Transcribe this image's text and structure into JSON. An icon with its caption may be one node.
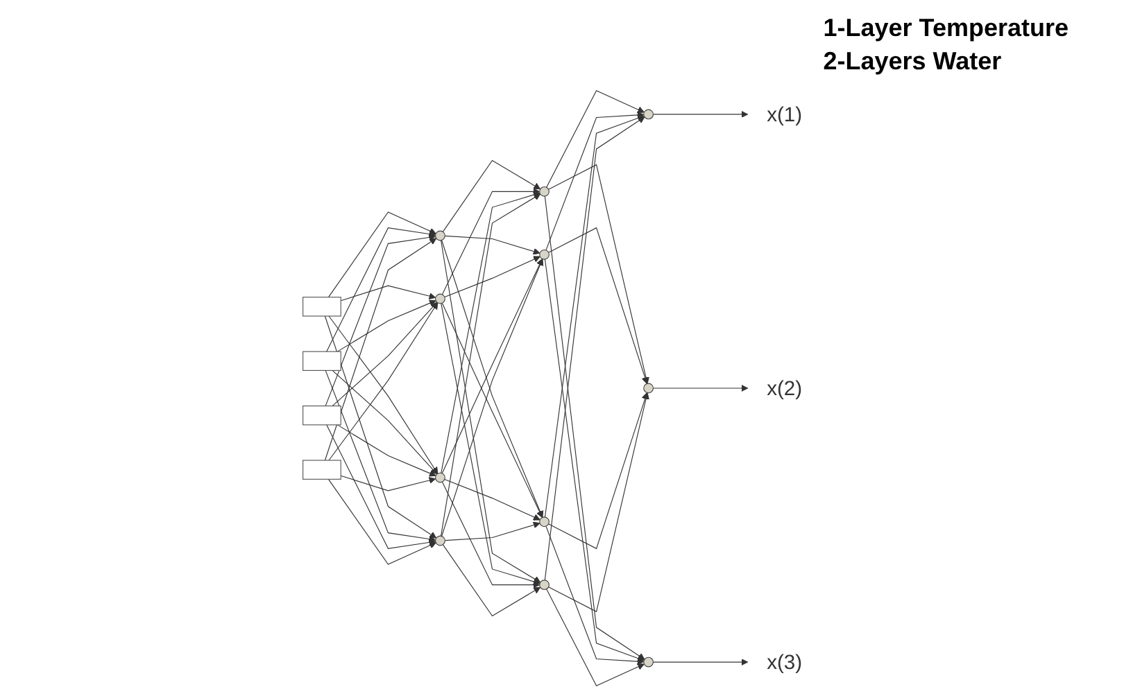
{
  "diagram": {
    "nodes": [
      {
        "text": [],
        "shape": "box"
      },
      {
        "text": [],
        "shape": "box"
      },
      {
        "text": [],
        "shape": "box"
      },
      {
        "text": [],
        "shape": "box"
      },
      {
        "text": [],
        "shape": "circle"
      },
      {
        "text": [],
        "shape": "circle"
      },
      {
        "text": [],
        "shape": "circle"
      },
      {
        "text": [],
        "shape": "circle"
      },
      {
        "text": [],
        "shape": "circle"
      },
      {
        "text": [],
        "shape": "circle"
      },
      {
        "text": [],
        "shape": "circle"
      },
      {
        "text": [],
        "shape": "circle"
      },
      {
        "text": [],
        "shape": "circle"
      },
      {
        "text": [],
        "shape": "circle"
      },
      {
        "text": [],
        "shape": "circle"
      },
      {
        "text": [
          "x(1)"
        ]
      },
      {
        "text": [
          "x(2)"
        ]
      },
      {
        "text": [
          "x(3)"
        ]
      }
    ],
    "edges": [
      {
        "from": 0,
        "to": 4,
        "arrow": "to"
      },
      {
        "from": 0,
        "to": 5,
        "arrow": "to"
      },
      {
        "from": 0,
        "to": 6,
        "arrow": "to"
      },
      {
        "from": 0,
        "to": 7,
        "arrow": "to"
      },
      {
        "from": 1,
        "to": 4,
        "arrow": "to"
      },
      {
        "from": 1,
        "to": 5,
        "arrow": "to"
      },
      {
        "from": 1,
        "to": 6,
        "arrow": "to"
      },
      {
        "from": 1,
        "to": 7,
        "arrow": "to"
      },
      {
        "from": 2,
        "to": 4,
        "arrow": "to"
      },
      {
        "from": 2,
        "to": 5,
        "arrow": "to"
      },
      {
        "from": 2,
        "to": 6,
        "arrow": "to"
      },
      {
        "from": 2,
        "to": 7,
        "arrow": "to"
      },
      {
        "from": 3,
        "to": 4,
        "arrow": "to"
      },
      {
        "from": 3,
        "to": 5,
        "arrow": "to"
      },
      {
        "from": 3,
        "to": 6,
        "arrow": "to"
      },
      {
        "from": 3,
        "to": 7,
        "arrow": "to"
      },
      {
        "from": 4,
        "to": 8,
        "arrow": "to"
      },
      {
        "from": 4,
        "to": 9,
        "arrow": "to"
      },
      {
        "from": 4,
        "to": 10,
        "arrow": "to"
      },
      {
        "from": 4,
        "to": 11,
        "arrow": "to"
      },
      {
        "from": 5,
        "to": 8,
        "arrow": "to"
      },
      {
        "from": 5,
        "to": 9,
        "arrow": "to"
      },
      {
        "from": 5,
        "to": 10,
        "arrow": "to"
      },
      {
        "from": 5,
        "to": 11,
        "arrow": "to"
      },
      {
        "from": 6,
        "to": 8,
        "arrow": "to"
      },
      {
        "from": 6,
        "to": 9,
        "arrow": "to"
      },
      {
        "from": 6,
        "to": 10,
        "arrow": "to"
      },
      {
        "from": 6,
        "to": 11,
        "arrow": "to"
      },
      {
        "from": 7,
        "to": 8,
        "arrow": "to"
      },
      {
        "from": 7,
        "to": 9,
        "arrow": "to"
      },
      {
        "from": 7,
        "to": 10,
        "arrow": "to"
      },
      {
        "from": 7,
        "to": 11,
        "arrow": "to"
      },
      {
        "from": 8,
        "to": 12,
        "arrow": "to"
      },
      {
        "from": 8,
        "to": 13,
        "arrow": "to"
      },
      {
        "from": 8,
        "to": 14,
        "arrow": "to"
      },
      {
        "from": 9,
        "to": 12,
        "arrow": "to"
      },
      {
        "from": 9,
        "to": 13,
        "arrow": "to"
      },
      {
        "from": 9,
        "to": 14,
        "arrow": "to"
      },
      {
        "from": 10,
        "to": 12,
        "arrow": "to"
      },
      {
        "from": 10,
        "to": 13,
        "arrow": "to"
      },
      {
        "from": 10,
        "to": 14,
        "arrow": "to"
      },
      {
        "from": 11,
        "to": 12,
        "arrow": "to"
      },
      {
        "from": 11,
        "to": 13,
        "arrow": "to"
      },
      {
        "from": 11,
        "to": 14,
        "arrow": "to"
      },
      {
        "from": 12,
        "to": 15,
        "arrow": "to"
      },
      {
        "from": 13,
        "to": 16,
        "arrow": "to"
      },
      {
        "from": 14,
        "to": 17,
        "arrow": "to"
      }
    ],
    "labels": [
      "1-Layer Temperature",
      "2-Layers Water"
    ]
  }
}
